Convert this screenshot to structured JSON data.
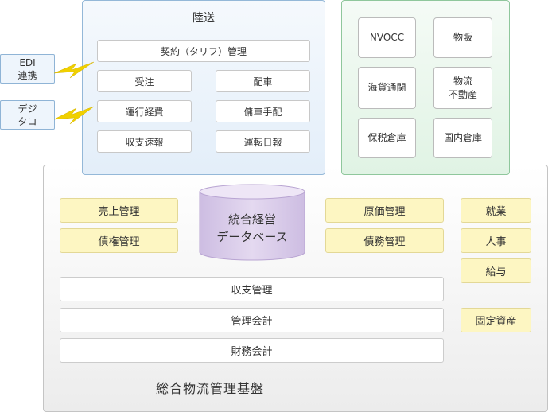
{
  "platform": {
    "title": "総合物流管理基盤"
  },
  "land_transport": {
    "title": "陸送",
    "contract": "契約（タリフ）管理",
    "items": [
      "受注",
      "配車",
      "運行経費",
      "傭車手配",
      "収支速報",
      "運転日報"
    ]
  },
  "external": {
    "edi": {
      "line1": "EDI",
      "line2": "連携"
    },
    "digital_tacho": {
      "line1": "デジ",
      "line2": "タコ"
    }
  },
  "other_services": [
    {
      "line1": "NVOCC",
      "line2": ""
    },
    {
      "line1": "物販",
      "line2": ""
    },
    {
      "line1": "海貨通関",
      "line2": ""
    },
    {
      "line1": "物流",
      "line2": "不動産"
    },
    {
      "line1": "保税倉庫",
      "line2": ""
    },
    {
      "line1": "国内倉庫",
      "line2": ""
    }
  ],
  "database": {
    "line1": "統合経営",
    "line2": "データベース"
  },
  "left_modules": [
    "売上管理",
    "債権管理"
  ],
  "mid_modules": [
    "原価管理",
    "債務管理"
  ],
  "right_modules": [
    "就業",
    "人事",
    "給与",
    "固定資産"
  ],
  "accounting": [
    "収支管理",
    "管理会計",
    "財務会計"
  ],
  "colors": {
    "land_panel": "#e3eef9",
    "green_panel": "#e0f3e4",
    "module_yellow": "#fdf6c2",
    "database_purple": "#ddd0ec",
    "lightning": "#f0d000"
  }
}
